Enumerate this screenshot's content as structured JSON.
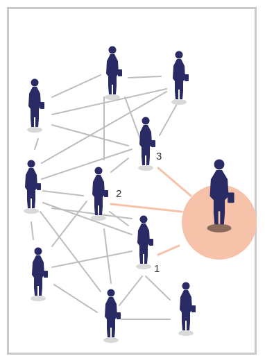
{
  "diagram": {
    "labels": [
      {
        "id": "label-1",
        "text": "1"
      },
      {
        "id": "label-2",
        "text": "2"
      },
      {
        "id": "label-3",
        "text": "3"
      }
    ],
    "colors": {
      "figure": "#2a2a64",
      "edge": "#bdbdbd",
      "highlight_edge": "#f6c3aa",
      "target_circle": "#f6c3aa",
      "target_shadow": "#8a6a5a",
      "frame_border": "#c9c9c9"
    }
  }
}
